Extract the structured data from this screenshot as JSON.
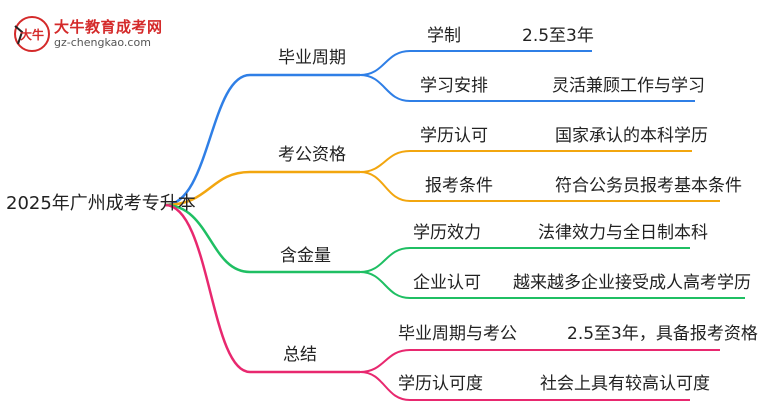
{
  "brand": {
    "title": "大牛教育成考网",
    "url": "gz-chengkao.com",
    "mark_glyph": "大牛"
  },
  "root": {
    "label": "2025年广州成考专升本"
  },
  "branches": [
    {
      "label": "毕业周期",
      "color": "#2f7fe6",
      "items": [
        {
          "key": "学制",
          "value": "2.5至3年"
        },
        {
          "key": "学习安排",
          "value": "灵活兼顾工作与学习"
        }
      ]
    },
    {
      "label": "考公资格",
      "color": "#f2a60f",
      "items": [
        {
          "key": "学历认可",
          "value": "国家承认的本科学历"
        },
        {
          "key": "报考条件",
          "value": "符合公务员报考基本条件"
        }
      ]
    },
    {
      "label": "含金量",
      "color": "#1fbf63",
      "items": [
        {
          "key": "学历效力",
          "value": "法律效力与全日制本科"
        },
        {
          "key": "企业认可",
          "value": "越来越多企业接受成人高考学历"
        }
      ]
    },
    {
      "label": "总结",
      "color": "#e8286f",
      "items": [
        {
          "key": "毕业周期与考公",
          "value": "2.5至3年，具备报考资格"
        },
        {
          "key": "学历认可度",
          "value": "社会上具有较高认可度"
        }
      ]
    }
  ]
}
